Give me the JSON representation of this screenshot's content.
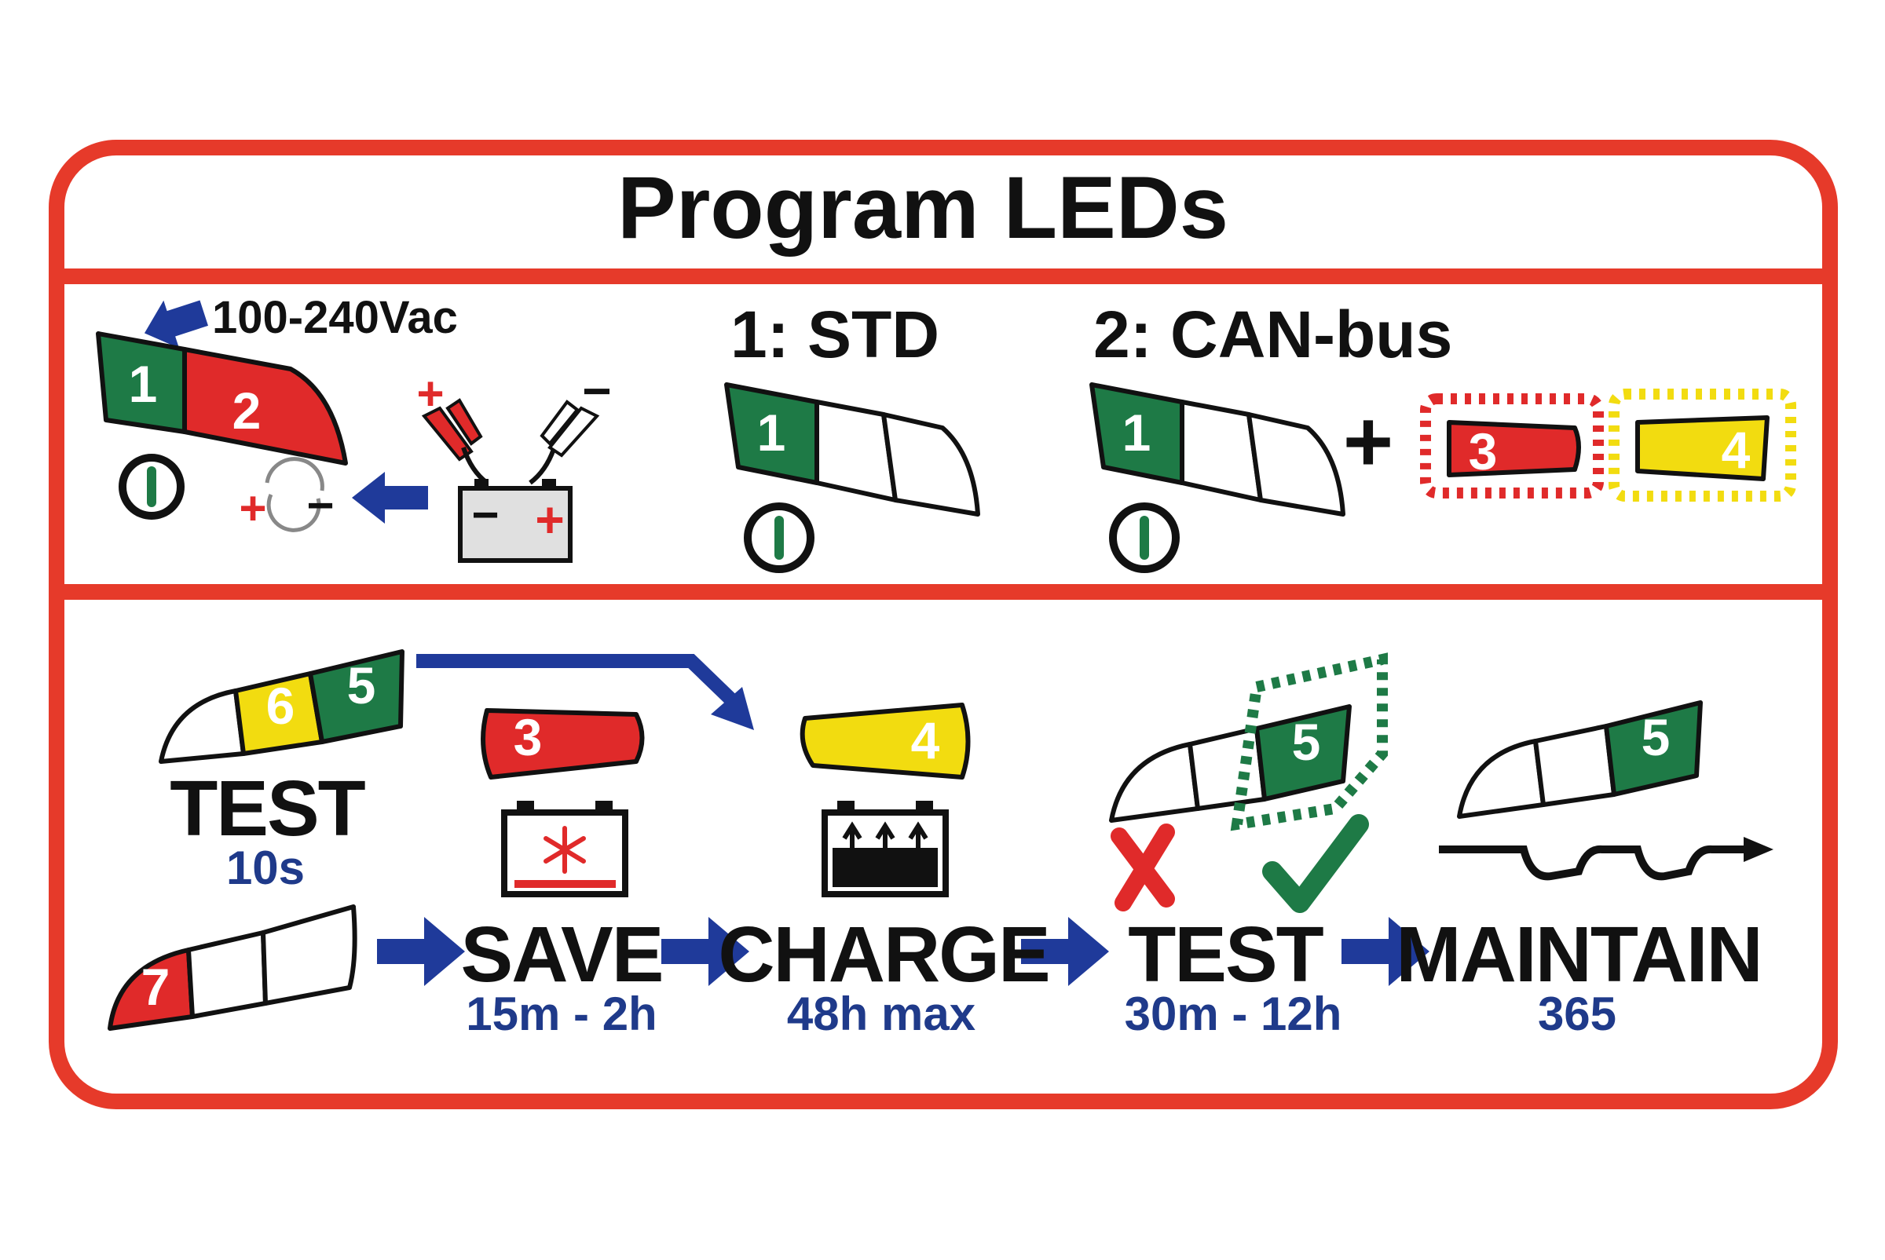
{
  "title": "Program LEDs",
  "colors": {
    "frame": "#e63a2a",
    "green": "#1e7a46",
    "red": "#e02a2a",
    "yellow": "#f2dc10",
    "blue": "#1f3a9a",
    "text": "#111111"
  },
  "setup": {
    "voltage": "100-240Vac",
    "mode1": "1: STD",
    "mode2": "2: CAN-bus",
    "plus": "+"
  },
  "leds": {
    "l1": "1",
    "l2": "2",
    "l3": "3",
    "l4": "4",
    "l5": "5",
    "l6": "6",
    "l7": "7"
  },
  "polarity": {
    "plus": "+",
    "minus": "−"
  },
  "steps": [
    {
      "label": "TEST",
      "sub": "10s"
    },
    {
      "label": "SAVE",
      "sub": "15m - 2h"
    },
    {
      "label": "CHARGE",
      "sub": "48h max"
    },
    {
      "label": "TEST",
      "sub": "30m - 12h"
    },
    {
      "label": "MAINTAIN",
      "sub": "365"
    }
  ],
  "icons": [
    "power-icon",
    "reverse-polarity-icon",
    "battery-clamps-icon",
    "snowflake-battery-icon",
    "charging-battery-icon",
    "fail-cross-icon",
    "pass-check-icon",
    "maintenance-wave-icon"
  ]
}
